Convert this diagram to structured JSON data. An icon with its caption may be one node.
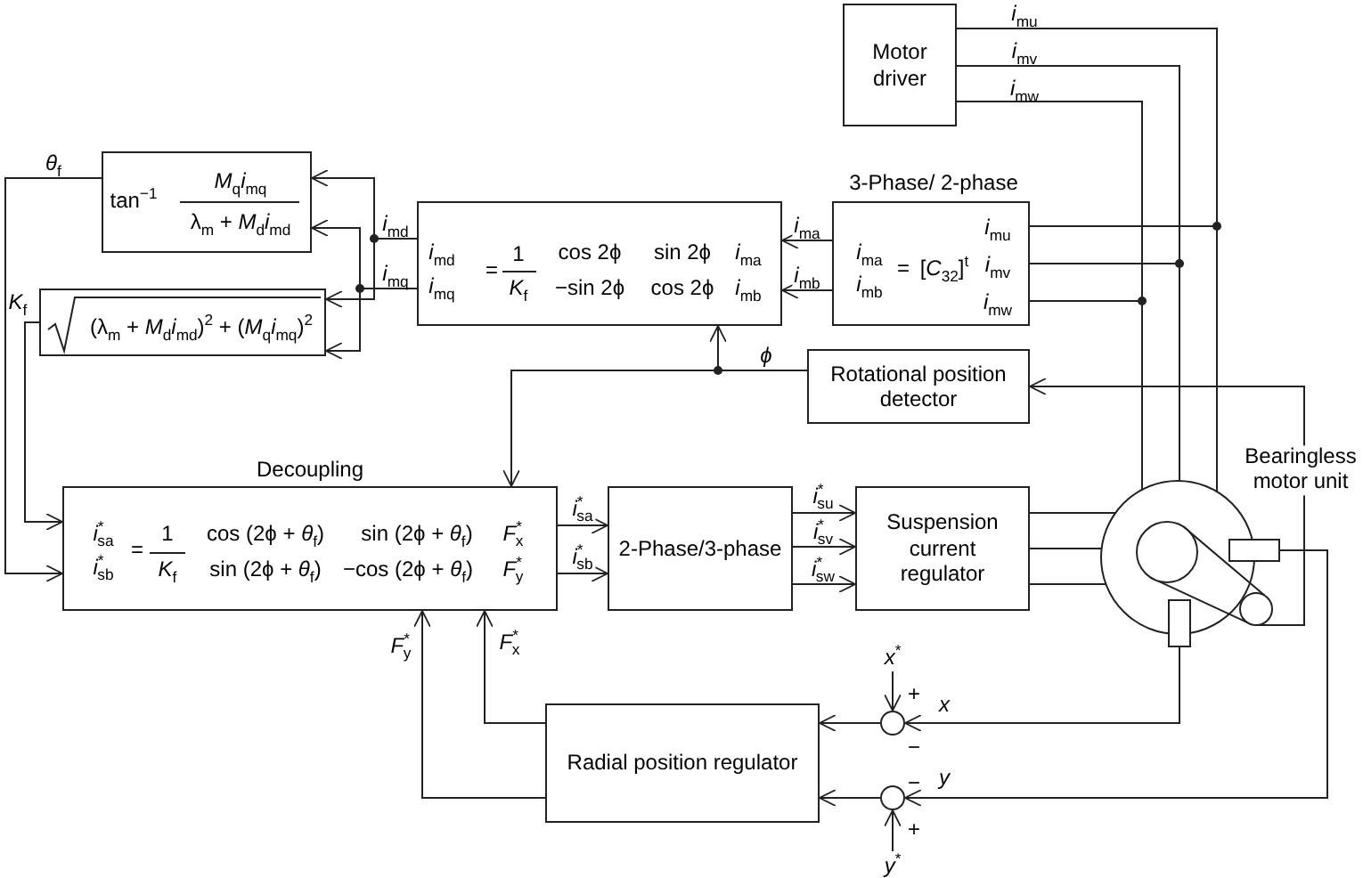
{
  "diagram": {
    "nodes": [
      {
        "text": [
          "Motor driver"
        ]
      },
      {
        "text": [
          "tan$^{−1}$",
          "*M*$_{q}$*i*$_{mq}$",
          "λ$_{m}$ + *M*$_{d}$*i*$_{md}$"
        ]
      },
      {
        "text": [
          "(λ$_{m}$ + *M*$_{d}$*i*$_{md}$)$^{2}$ + (*M*$_{q}$*i*$_{mq}$)$^{2}$"
        ]
      },
      {
        "text": [
          "*i*$_{md}$",
          "*i*$_{mq}$",
          "=",
          "1",
          "*K*$_{f}$",
          "cos 2ϕ",
          "sin 2ϕ",
          "−sin 2ϕ",
          "cos 2ϕ",
          "*i*$_{ma}$",
          "*i*$_{mb}$"
        ]
      },
      {
        "text": [
          "3-Phase/ 2-phase",
          "*i*$_{ma}$",
          "*i*$_{mb}$",
          "=",
          "[*C*$_{32}$]$^{t}$",
          "*i*$_{mu}$",
          "*i*$_{mv}$",
          "*i*$_{mw}$"
        ]
      },
      {
        "text": [
          "Rotational position detector"
        ]
      },
      {
        "text": [
          "Decoupling",
          "i$^{*}$$_{sa}$",
          "i$^{*}$$_{sb}$",
          "=",
          "1",
          "*K*$_{f}$",
          "cos (2ϕ + *θ*$_{f}$)",
          "sin (2ϕ + *θ*$_{f}$)",
          "sin (2ϕ + *θ*$_{f}$)",
          "−cos (2ϕ + *θ*$_{f}$)",
          "F$^{*}$$_{x}$",
          "F$^{*}$$_{y}$"
        ]
      },
      {
        "text": [
          "2-Phase/3-phase"
        ]
      },
      {
        "text": [
          "Suspension current regulator"
        ]
      },
      {
        "text": [],
        "shape": "picture",
        "beside": [
          "Bearingless motor unit"
        ]
      },
      {
        "text": [
          "Radial position regulator"
        ]
      },
      {
        "text": [],
        "shape": "circle"
      },
      {
        "text": [],
        "shape": "circle"
      },
      {
        "text": [
          "x$^{*}$"
        ]
      },
      {
        "text": [
          "y$^{*}$"
        ]
      }
    ],
    "edges": [
      {
        "from": 0,
        "to": 9,
        "arrow": "none",
        "label": "i$_{mu}$"
      },
      {
        "from": 0,
        "to": 9,
        "arrow": "none",
        "label": "i$_{mv}$"
      },
      {
        "from": 0,
        "to": 9,
        "arrow": "none",
        "label": "i$_{mw}$"
      },
      {
        "from": 0,
        "to": 4,
        "arrow": "none"
      },
      {
        "from": 0,
        "to": 4,
        "arrow": "none"
      },
      {
        "from": 0,
        "to": 4,
        "arrow": "none"
      },
      {
        "from": 4,
        "to": 3,
        "arrow": "to",
        "label": "i$_{ma}$"
      },
      {
        "from": 4,
        "to": 3,
        "arrow": "to",
        "label": "i$_{mb}$"
      },
      {
        "from": 3,
        "to": 1,
        "arrow": "to",
        "label": "i$_{md}$"
      },
      {
        "from": 3,
        "to": 2,
        "arrow": "to"
      },
      {
        "from": 3,
        "to": 1,
        "arrow": "to",
        "label": "i$_{mq}$"
      },
      {
        "from": 3,
        "to": 2,
        "arrow": "to"
      },
      {
        "from": 1,
        "to": 6,
        "arrow": "to",
        "label": "θ$_{f}$"
      },
      {
        "from": 2,
        "to": 6,
        "arrow": "to",
        "label": "K$_{f}$"
      },
      {
        "from": 5,
        "to": 3,
        "arrow": "to",
        "label": "ϕ"
      },
      {
        "from": 5,
        "to": 6,
        "arrow": "to"
      },
      {
        "from": 9,
        "to": 5,
        "arrow": "to"
      },
      {
        "from": 6,
        "to": 7,
        "arrow": "to",
        "label": "i$^{*}$$_{sa}$"
      },
      {
        "from": 6,
        "to": 7,
        "arrow": "to",
        "label": "i$^{*}$$_{sb}$"
      },
      {
        "from": 7,
        "to": 8,
        "arrow": "to",
        "label": "i$^{*}$$_{su}$"
      },
      {
        "from": 7,
        "to": 8,
        "arrow": "to",
        "label": "i$^{*}$$_{sv}$"
      },
      {
        "from": 7,
        "to": 8,
        "arrow": "to",
        "label": "i$^{*}$$_{sw}$"
      },
      {
        "from": 8,
        "to": 9,
        "arrow": "none"
      },
      {
        "from": 8,
        "to": 9,
        "arrow": "none"
      },
      {
        "from": 8,
        "to": 9,
        "arrow": "none"
      },
      {
        "from": 9,
        "to": 11,
        "arrow": "to",
        "label": "x"
      },
      {
        "from": 9,
        "to": 12,
        "arrow": "to",
        "label": "y"
      },
      {
        "from": 13,
        "to": 11,
        "arrow": "to"
      },
      {
        "from": 14,
        "to": 12,
        "arrow": "to"
      },
      {
        "from": 11,
        "to": 10,
        "arrow": "to"
      },
      {
        "from": 12,
        "to": 10,
        "arrow": "to"
      },
      {
        "from": 10,
        "to": 6,
        "arrow": "to",
        "label": "F$^{*}$$_{x}$"
      },
      {
        "from": 10,
        "to": 6,
        "arrow": "to",
        "label": "F$^{*}$$_{y}$"
      }
    ],
    "labels": [
      "+",
      "−",
      "−",
      "+"
    ]
  }
}
